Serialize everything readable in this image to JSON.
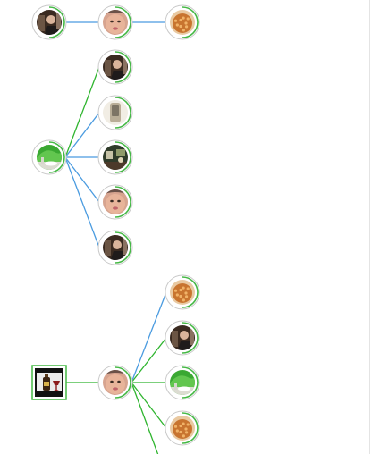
{
  "colors": {
    "link_blue": "#4a9be0",
    "link_green": "#2fb52f",
    "ring_outer": "#c9c9c9",
    "ring_accent": "#45b845",
    "face": "#e8b49a",
    "dark_portrait": "#3a2a20",
    "food": "#c8742f",
    "plant": "#3aa832",
    "phone": "#b9ad97",
    "interior": "#2f3b2a",
    "bottle_panel": "#ececec"
  },
  "nodes": [
    {
      "id": "a1",
      "kind": "photo",
      "icon": "dark-portrait-icon"
    },
    {
      "id": "a2",
      "kind": "photo",
      "icon": "baby-face-icon"
    },
    {
      "id": "a3",
      "kind": "photo",
      "icon": "food-dish-icon"
    },
    {
      "id": "b0",
      "kind": "photo",
      "icon": "green-plant-icon"
    },
    {
      "id": "b1",
      "kind": "photo",
      "icon": "dark-portrait-icon"
    },
    {
      "id": "b2",
      "kind": "photo",
      "icon": "phone-device-icon"
    },
    {
      "id": "b3",
      "kind": "photo",
      "icon": "dark-interior-icon"
    },
    {
      "id": "b4",
      "kind": "photo",
      "icon": "baby-face-icon"
    },
    {
      "id": "b5",
      "kind": "photo",
      "icon": "dark-portrait-icon"
    },
    {
      "id": "c0",
      "kind": "square",
      "icon": "wine-bottle-icon"
    },
    {
      "id": "c1",
      "kind": "photo",
      "icon": "baby-face-icon"
    },
    {
      "id": "c2",
      "kind": "photo",
      "icon": "food-dish-icon"
    },
    {
      "id": "c3",
      "kind": "photo",
      "icon": "dark-portrait-icon"
    },
    {
      "id": "c4",
      "kind": "photo",
      "icon": "green-plant-icon"
    },
    {
      "id": "c5",
      "kind": "photo",
      "icon": "food-dish-icon"
    }
  ],
  "edges": [
    {
      "from": "a1",
      "to": "a2",
      "color": "link_blue"
    },
    {
      "from": "a2",
      "to": "a3",
      "color": "link_blue"
    },
    {
      "from": "b0",
      "to": "b1",
      "color": "link_green"
    },
    {
      "from": "b0",
      "to": "b2",
      "color": "link_blue"
    },
    {
      "from": "b0",
      "to": "b3",
      "color": "link_blue"
    },
    {
      "from": "b0",
      "to": "b4",
      "color": "link_blue"
    },
    {
      "from": "b0",
      "to": "b5",
      "color": "link_blue"
    },
    {
      "from": "c0",
      "to": "c1",
      "color": "link_green"
    },
    {
      "from": "c1",
      "to": "c2",
      "color": "link_blue"
    },
    {
      "from": "c1",
      "to": "c3",
      "color": "link_green"
    },
    {
      "from": "c1",
      "to": "c4",
      "color": "link_green"
    },
    {
      "from": "c1",
      "to": "c5",
      "color": "link_green"
    },
    {
      "from": "c1",
      "to": "c-offscreen",
      "color": "link_green"
    }
  ]
}
